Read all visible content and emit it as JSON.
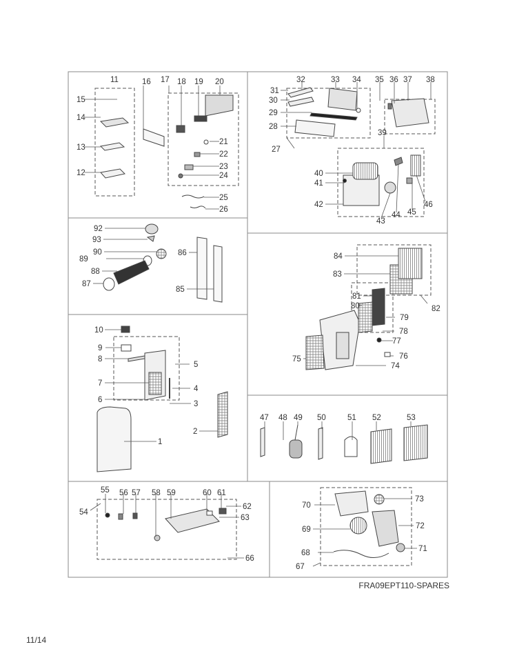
{
  "diagram": {
    "caption": "FRA09EPT110-SPARES",
    "page_number": "11/14",
    "parts": [
      "1",
      "2",
      "3",
      "4",
      "5",
      "6",
      "7",
      "8",
      "9",
      "10",
      "11",
      "12",
      "13",
      "14",
      "15",
      "16",
      "17",
      "18",
      "19",
      "20",
      "21",
      "22",
      "23",
      "24",
      "25",
      "26",
      "27",
      "28",
      "29",
      "30",
      "31",
      "32",
      "33",
      "34",
      "35",
      "36",
      "37",
      "38",
      "39",
      "40",
      "41",
      "42",
      "43",
      "44",
      "45",
      "46",
      "47",
      "48",
      "49",
      "50",
      "51",
      "52",
      "53",
      "54",
      "55",
      "56",
      "57",
      "58",
      "59",
      "60",
      "61",
      "62",
      "63",
      "66",
      "67",
      "68",
      "69",
      "70",
      "71",
      "72",
      "73",
      "74",
      "75",
      "76",
      "77",
      "78",
      "79",
      "80",
      "81",
      "82",
      "83",
      "84",
      "85",
      "86",
      "87",
      "88",
      "89",
      "90",
      "92",
      "93"
    ]
  }
}
